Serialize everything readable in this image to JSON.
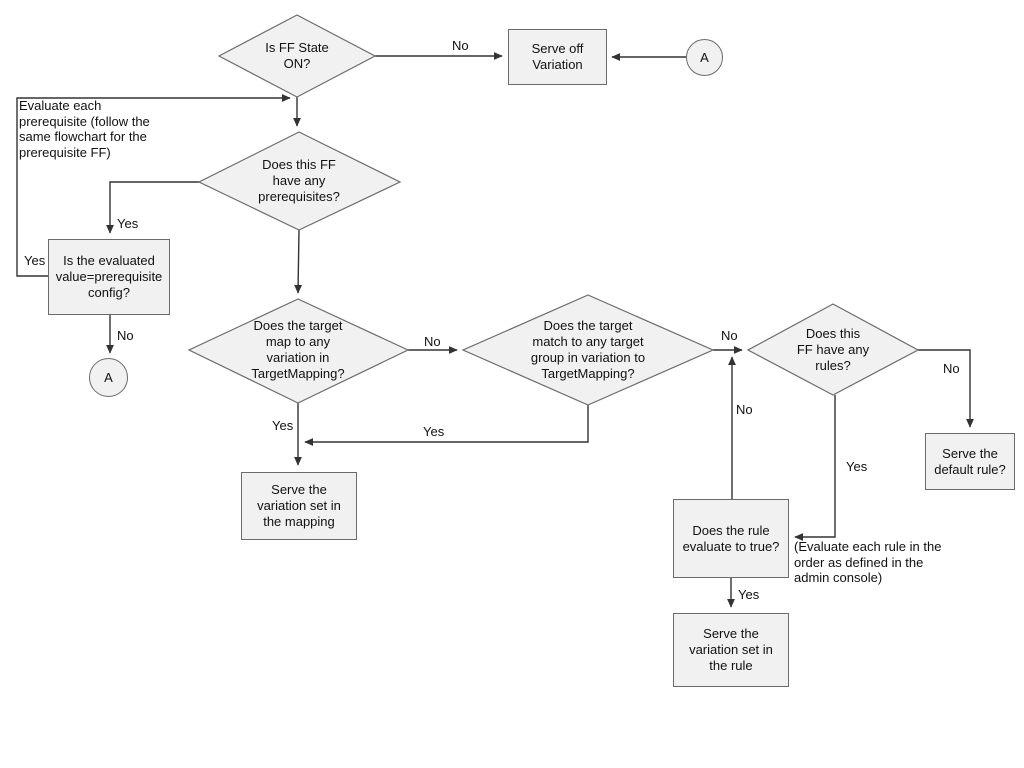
{
  "colors": {
    "background": "#ffffff",
    "shape_fill": "#f1f1f1",
    "shape_border": "#6b6b6b",
    "line": "#333333"
  },
  "nodes": {
    "is_ff_state_on": "Is FF State\nON?",
    "serve_off_variation": "Serve off\nVariation",
    "connector_a_top": "A",
    "note_prerequisite": "Evaluate each\nprerequisite (follow the\nsame flowchart for the\nprerequisite FF)",
    "has_prerequisites": "Does this FF\nhave any\nprerequisites?",
    "prerequisite_value_check": "Is the evaluated\nvalue=prerequisite\nconfig?",
    "connector_a_left": "A",
    "target_mapping_check": "Does the target\nmap to any\nvariation in\nTargetMapping?",
    "target_group_check": "Does the target\nmatch to any target\ngroup in variation to\nTargetMapping?",
    "has_rules": "Does this\nFF have any\nrules?",
    "serve_default_rule": "Serve the\ndefault rule?",
    "rule_evaluates_true": "Does the rule\nevaluate to true?",
    "note_rule_order": "(Evaluate each rule in the\norder as defined in the\nadmin console)",
    "serve_variation_rule": "Serve the\nvariation set in\nthe rule",
    "serve_variation_mapping": "Serve the\nvariation set in\nthe mapping"
  },
  "edge_labels": {
    "ff_state_no": "No",
    "prerequisites_yes": "Yes",
    "prereq_loop_yes": "Yes",
    "prereq_check_no": "No",
    "mapping_no": "No",
    "mapping_yes": "Yes",
    "group_long_yes": "Yes",
    "group_no": "No",
    "rule_loop_no": "No",
    "rules_no": "No",
    "rules_yes": "Yes",
    "rule_true_yes": "Yes"
  }
}
